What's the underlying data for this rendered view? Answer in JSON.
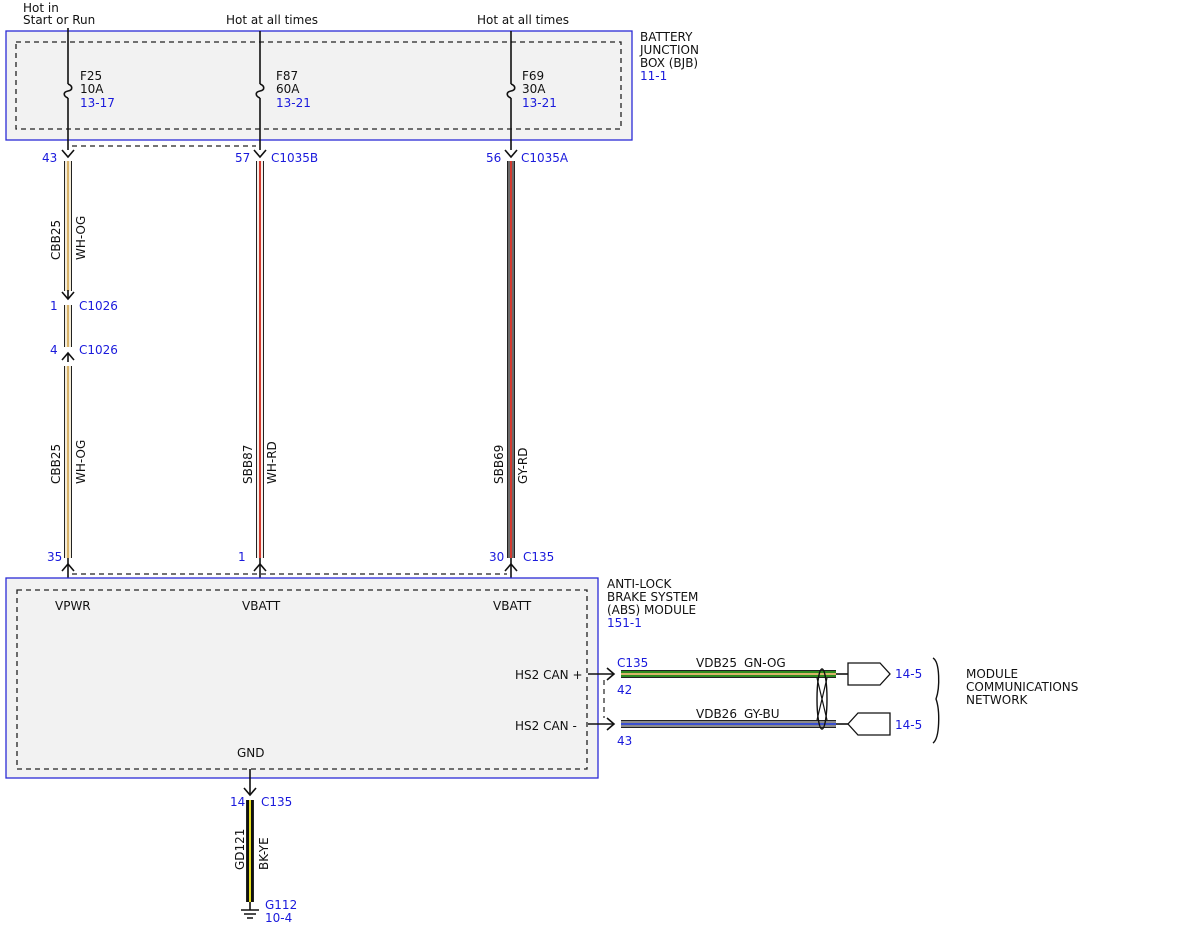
{
  "sources": {
    "s1": "Hot in",
    "s1b": "Start or Run",
    "s2": "Hot at all times",
    "s3": "Hot at all times"
  },
  "bjb": {
    "title1": "BATTERY",
    "title2": "JUNCTION",
    "title3": "BOX (BJB)",
    "ref": "11-1",
    "fuses": [
      {
        "name": "F25",
        "rating": "10A",
        "ref": "13-17"
      },
      {
        "name": "F87",
        "rating": "60A",
        "ref": "13-21"
      },
      {
        "name": "F69",
        "rating": "30A",
        "ref": "13-21"
      }
    ]
  },
  "connectors": {
    "c1_pin": "43",
    "c2_pin": "57",
    "c2_name": "C1035B",
    "c3_pin": "56",
    "c3_name": "C1035A",
    "inline_top_pin": "1",
    "inline_top_name": "C1026",
    "inline_bot_pin": "4",
    "inline_bot_name": "C1026",
    "abs1_pin": "35",
    "abs2_pin": "1",
    "abs3_pin": "30",
    "abs3_name": "C135",
    "gnd_pin": "14",
    "gnd_name": "C135",
    "can_name": "C135",
    "canp_pin": "42",
    "canm_pin": "43"
  },
  "wires": {
    "w1a_circuit": "CBB25",
    "w1a_color": "WH-OG",
    "w1b_circuit": "CBB25",
    "w1b_color": "WH-OG",
    "w2_circuit": "SBB87",
    "w2_color": "WH-RD",
    "w3_circuit": "SBB69",
    "w3_color": "GY-RD",
    "gnd_circuit": "GD121",
    "gnd_color": "BK-YE",
    "canp_circuit": "VDB25",
    "canp_color": "GN-OG",
    "canm_circuit": "VDB26",
    "canm_color": "GY-BU"
  },
  "abs": {
    "title1": "ANTI-LOCK",
    "title2": "BRAKE SYSTEM",
    "title3": "(ABS) MODULE",
    "ref": "151-1",
    "pin_vpwr": "VPWR",
    "pin_vbatt1": "VBATT",
    "pin_vbatt2": "VBATT",
    "pin_canp": "HS2 CAN +",
    "pin_canm": "HS2 CAN -",
    "pin_gnd": "GND"
  },
  "network": {
    "ref1": "14-5",
    "ref2": "14-5",
    "label1": "MODULE",
    "label2": "COMMUNICATIONS",
    "label3": "NETWORK"
  },
  "ground": {
    "name": "G112",
    "ref": "10-4"
  },
  "colors": {
    "wh": "#f4ecd8",
    "og": "#d9b36a",
    "rd": "#d43a2f",
    "gy": "#6b6b6b",
    "gn": "#2e8b1e",
    "bu": "#3a4fd0",
    "bk": "#111111",
    "ye": "#e8e020",
    "ref_blue": "#1a1adc"
  }
}
